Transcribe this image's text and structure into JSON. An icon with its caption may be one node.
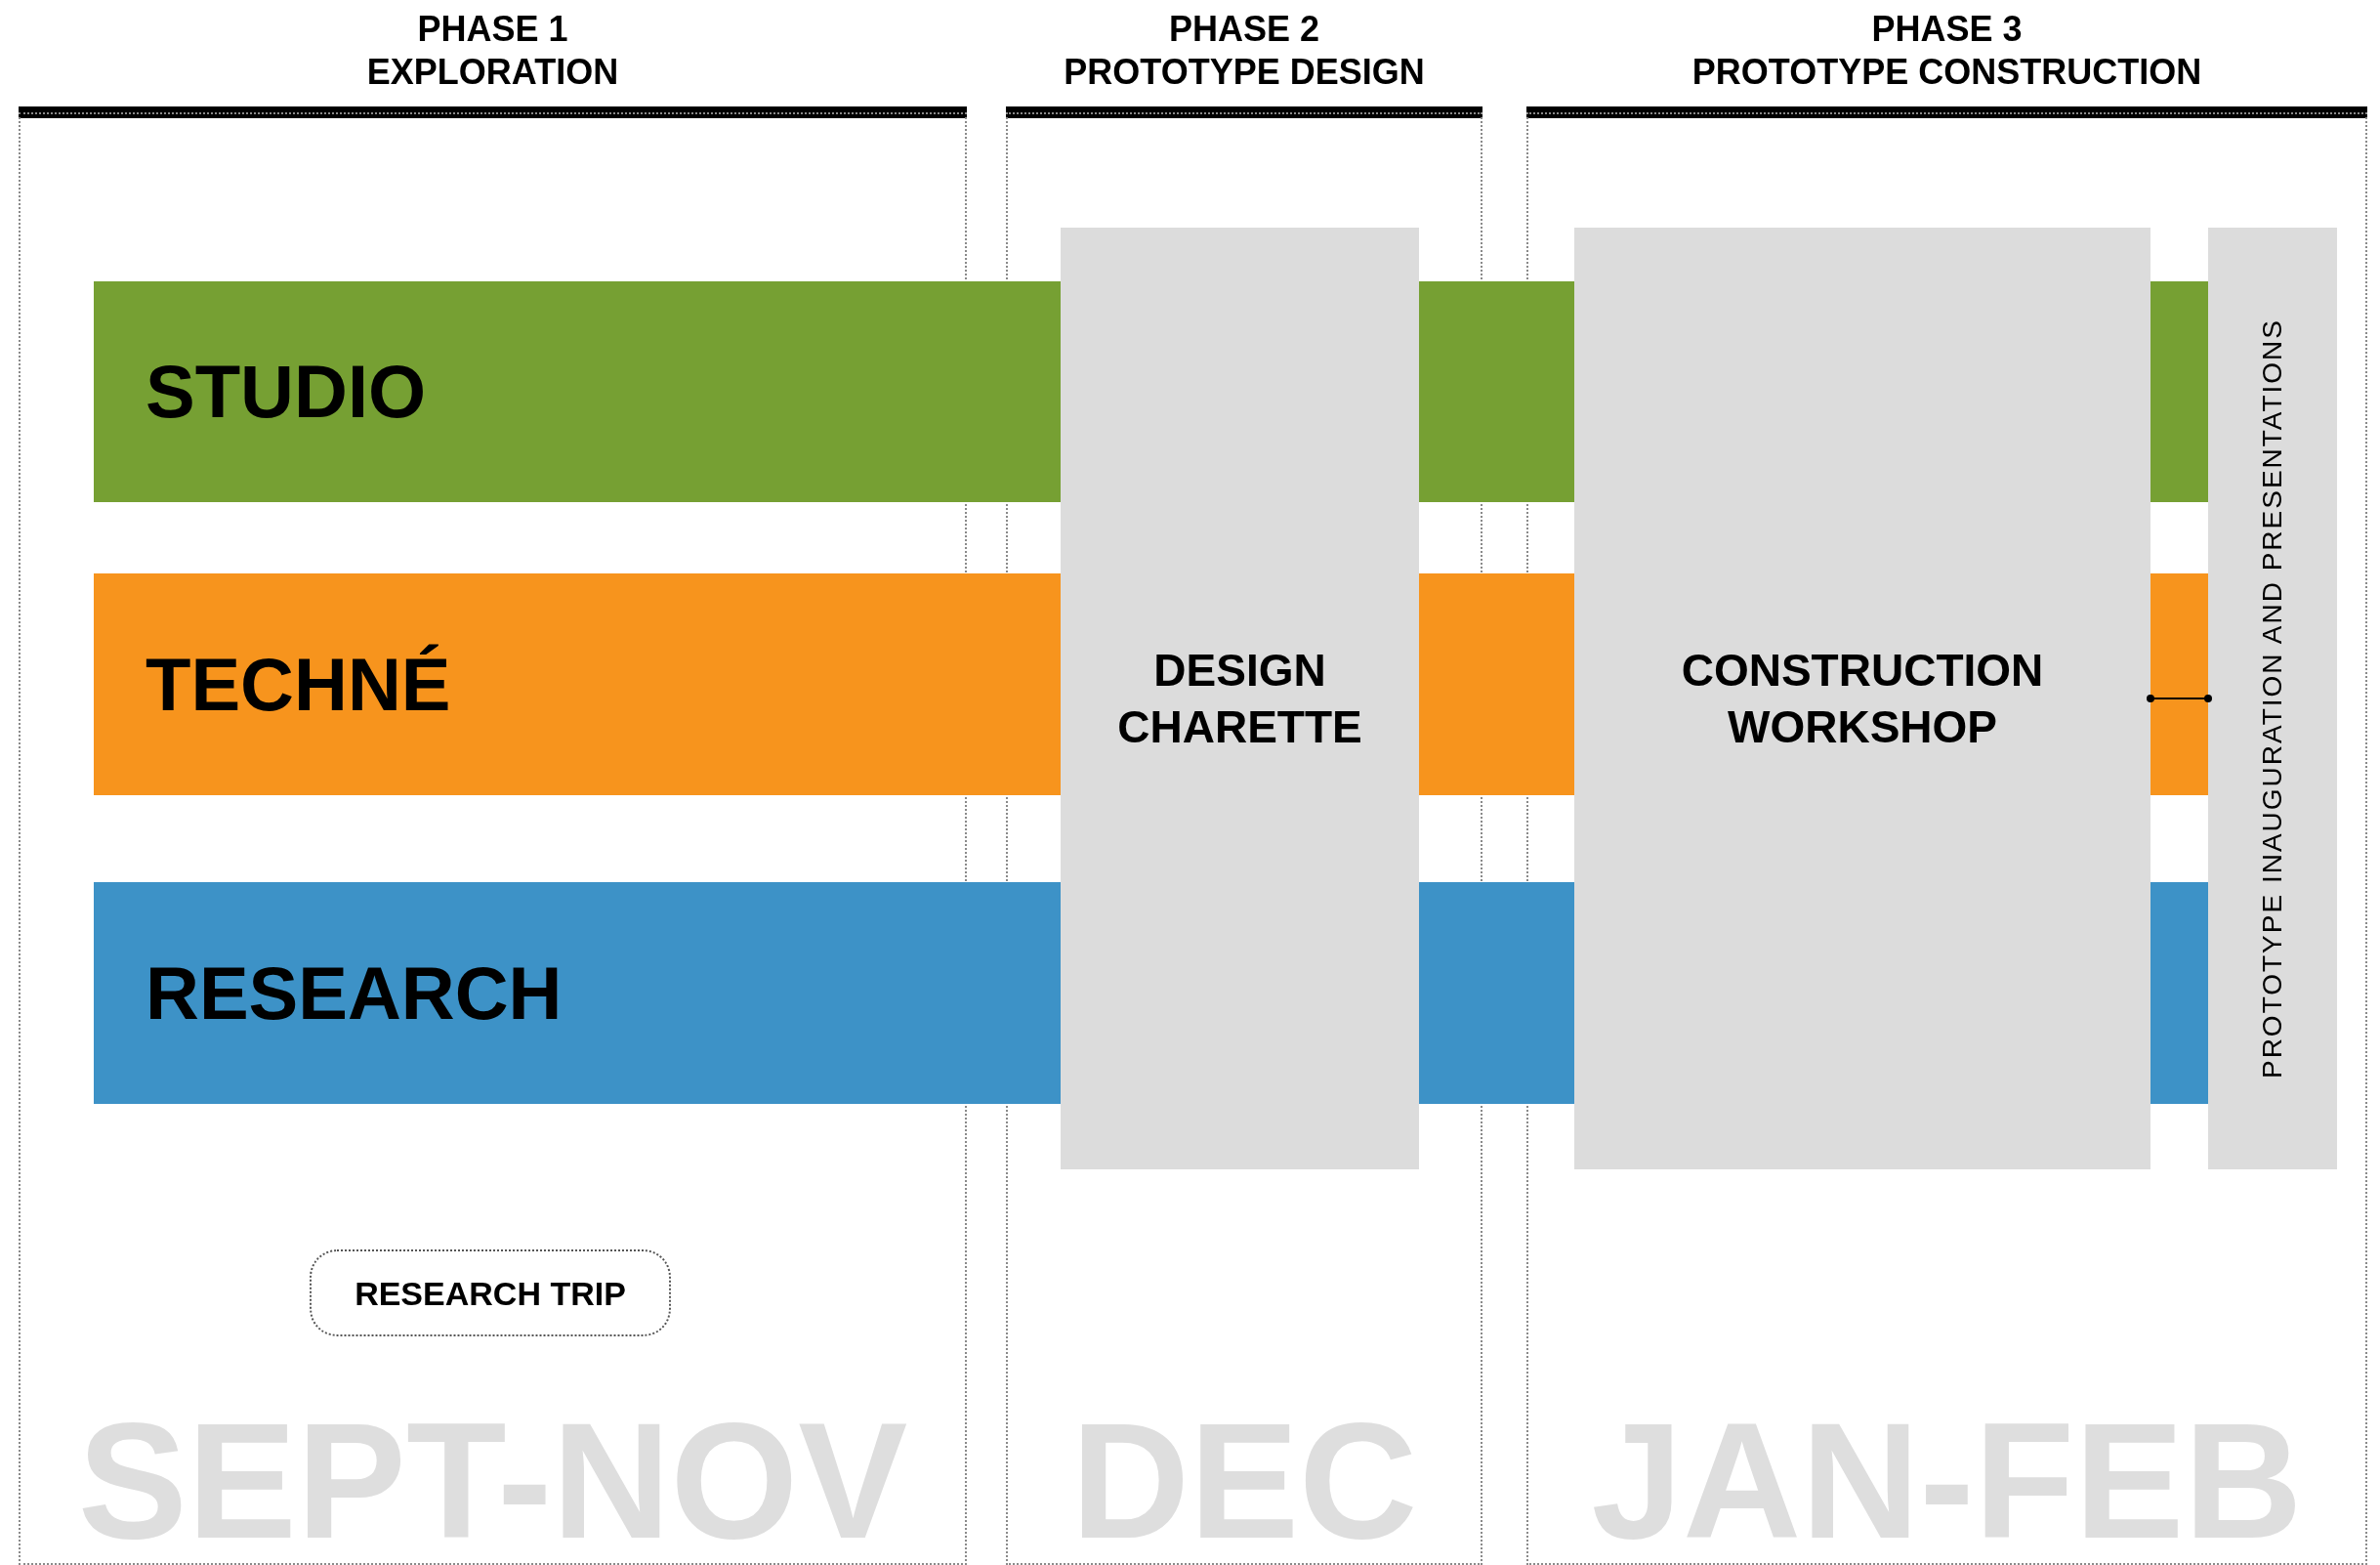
{
  "diagram": {
    "nodes": [
      {
        "text": [
          "PHASE 1",
          "EXPLORATION",
          "SEPT-NOV"
        ]
      },
      {
        "text": [
          "PHASE 2",
          "PROTOTYPE DESIGN",
          "DEC"
        ]
      },
      {
        "text": [
          "PHASE 3",
          "PROTOTYPE CONSTRUCTION",
          "JAN-FEB"
        ]
      },
      {
        "text": [
          "STUDIO"
        ]
      },
      {
        "text": [
          "TECHNÉ"
        ]
      },
      {
        "text": [
          "RESEARCH"
        ]
      },
      {
        "text": [
          "DESIGN CHARETTE"
        ],
        "in": 1
      },
      {
        "text": [
          "CONSTRUCTION WORKSHOP"
        ],
        "in": 2
      },
      {
        "text": [
          "PROTOTYPE INAUGURATION AND PRESENTATIONS"
        ],
        "in": 2
      },
      {
        "text": [
          "RESEARCH TRIP"
        ],
        "in": 0
      }
    ],
    "edges": [
      {
        "from": 7,
        "to": 8,
        "arrow": "other"
      }
    ]
  }
}
